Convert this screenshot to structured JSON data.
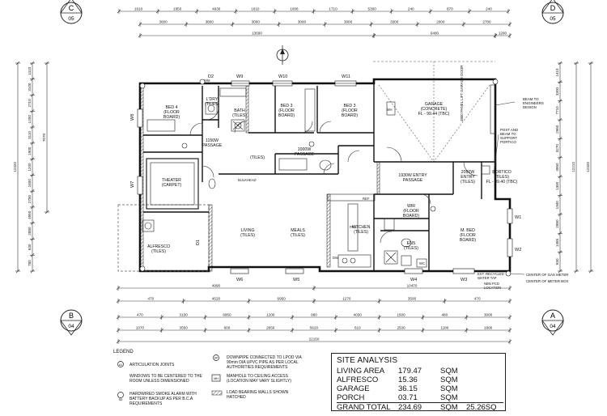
{
  "grid_markers": {
    "top_left": {
      "letter": "C",
      "number": "05"
    },
    "top_right": {
      "letter": "D",
      "number": "05"
    },
    "bottom_left": {
      "letter": "B",
      "number": "04"
    },
    "bottom_right": {
      "letter": "A",
      "number": "04"
    }
  },
  "dimensions": {
    "top_row1": [
      "1610",
      "1850",
      "4930",
      "1610",
      "1006",
      "1710",
      "5300",
      "240",
      "870",
      "240"
    ],
    "top_row2": [
      "3000",
      "3600",
      "3000",
      "3000",
      "3000",
      "3300",
      "2000",
      "2780"
    ],
    "top_total": "13690",
    "top_garage": "6480",
    "top_right_small": "1280",
    "bottom_row1": [
      "4990",
      "10470"
    ],
    "bottom_row2": [
      "470",
      "4520",
      "6950",
      "1270",
      "3500",
      "470"
    ],
    "bottom_row3": [
      "470",
      "3150",
      "6950",
      "1200",
      "960",
      "4030",
      "1500",
      "480",
      "3000"
    ],
    "bottom_row4": [
      "1070",
      "3550",
      "600",
      "2650",
      "5620",
      "610",
      "2530",
      "1180",
      "1800"
    ],
    "bottom_total": "22150",
    "left_col": [
      "1410",
      "3100",
      "2710",
      "1200",
      "3110",
      "1900",
      "1200",
      "2400",
      "2780",
      "4950",
      "2880",
      "630",
      "780"
    ],
    "left_total": "12320",
    "left_small": "7070",
    "right_col": [
      "1410",
      "3300",
      "7710",
      "2960",
      "3270",
      "4950",
      "1300",
      "1940",
      "2880",
      "1485",
      "630"
    ],
    "right_total": "12210"
  },
  "rooms": {
    "bed4": [
      "BED 4",
      "(FLOOR",
      "BOARD)"
    ],
    "ldry": [
      "L'DRY",
      "(TILES)"
    ],
    "bath": [
      "BATH",
      "(TILES)"
    ],
    "bed3a": [
      "BED 3",
      "(FLOOR",
      "BOARD)"
    ],
    "bed3b": [
      "BED 3",
      "(FLOOR",
      "BOARD)"
    ],
    "garage": [
      "GARAGE",
      "(CONCRETE)",
      "FL - 99.44 (TBC)"
    ],
    "passage1150": [
      "1150W",
      "PASSAGE"
    ],
    "passage1000": [
      "1000W",
      "PASSAGE"
    ],
    "tiles_hall": [
      "(TILES)"
    ],
    "theater": [
      "THEATER",
      "(CARPET)"
    ],
    "entry_passage": [
      "1930W ENTRY",
      "PASSAGE"
    ],
    "entry2050": [
      "2050W",
      "ENTRY",
      "(TILES)"
    ],
    "portico": [
      "PORTICO",
      "(TILES)",
      "FL - 99.40 (TBC)"
    ],
    "alfresco": [
      "ALFRESCO",
      "(TILES)"
    ],
    "living": [
      "LIVING",
      "(TILES)"
    ],
    "meals": [
      "MEALS",
      "(TILES)"
    ],
    "kitchen": [
      "KITCHEN",
      "(TILES)"
    ],
    "wir": [
      "WIR",
      "(FLOOR",
      "BOARD)"
    ],
    "ens": [
      "ENS",
      "(TILES)"
    ],
    "mbed": [
      "M. BED",
      "(FLOOR",
      "BOARD)"
    ]
  },
  "windows": {
    "w9": "W9",
    "w10": "W10",
    "w11": "W11",
    "w8": "W8",
    "w7": "W7",
    "w6": "W6",
    "w5": "W5",
    "w4": "W4",
    "w3": "W3",
    "w2": "W2",
    "w1": "W1",
    "d2": "D2",
    "d1": "D1"
  },
  "fixtures": {
    "wm": "WM",
    "mh": "MH",
    "pan": "PAN",
    "dw": "DW",
    "ref": "REF",
    "wc": "WC",
    "bulkhead": "BULKHEAD"
  },
  "notes": {
    "garage_door": "4800 PANEL LIFT GARAGE DOOR",
    "beam": [
      "BEAM TO",
      "ENGINEERS",
      "DESIGN"
    ],
    "post_beam": [
      "POST AND",
      "BEAM TO",
      "SUPPORT",
      "PORTICO"
    ],
    "ext_recycled": [
      "EXT. RECYCLED",
      "WATER TAP"
    ],
    "nbn": [
      "NBN PCD",
      "LOCATION"
    ],
    "gas_meter": "CENTER OF GAS METER",
    "meter_box": "CENTER OF METER BOX"
  },
  "legend": {
    "heading": "LEGEND",
    "items": [
      "ARTICULATION JOINTS",
      "WINDOWS TO BE CENTERED TO THE ROOM UNLESS DIMENSIONED",
      "HARDWIRED SMOKE ALARM WITH BATTERY BACKUP AS PER B.C.A REQUIREMENTS",
      "DOWNPIPE CONNECTED TO LPOD VIA 90mm DIA UPVC PIPE AS PER LOCAL AUTHORITIES REQUIREMENTS",
      "MANHOLE TO CEILING ACCESS (LOCATION MAY VARY SLIGHTLY)",
      "LOAD BEARING WALLS SHOWN HATCHED"
    ],
    "symbols": [
      "AJ",
      "DP",
      "MH",
      "SD"
    ]
  },
  "site_analysis": {
    "title": "SITE ANALYSIS",
    "rows": [
      {
        "name": "LIVING AREA",
        "value": "179.47",
        "unit": "SQM"
      },
      {
        "name": "ALFRESCO",
        "value": "15.36",
        "unit": "SQM"
      },
      {
        "name": "GARAGE",
        "value": "36.15",
        "unit": "SQM"
      },
      {
        "name": "PORCH",
        "value": "03.71",
        "unit": "SQM"
      }
    ],
    "grand": {
      "name": "GRAND TOTAL",
      "value": "234.69",
      "unit": "SQM",
      "extra": "25.26SQ"
    }
  }
}
